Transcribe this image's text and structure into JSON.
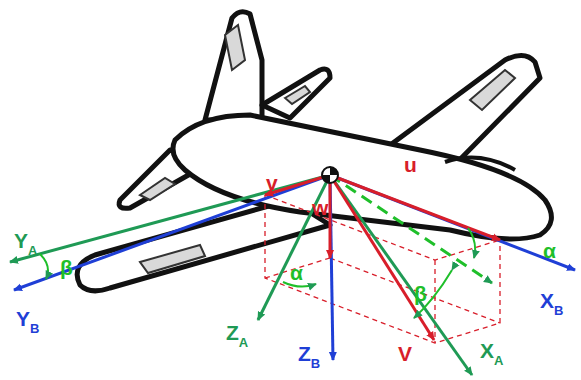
{
  "diagram": {
    "labels": [
      "YA",
      "v",
      "u",
      "w",
      "α",
      "YB",
      "β",
      "β",
      "α",
      "XB",
      "ZA",
      "ZB",
      "V",
      "XA"
    ]
  }
}
